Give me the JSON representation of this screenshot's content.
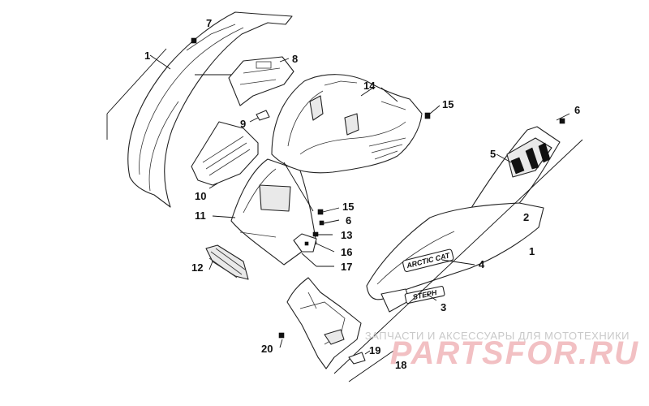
{
  "callouts": [
    "1",
    "7",
    "8",
    "14",
    "15",
    "6",
    "9",
    "5",
    "10",
    "11",
    "15",
    "6",
    "2",
    "13",
    "16",
    "1",
    "12",
    "17",
    "4",
    "3",
    "20",
    "19",
    "18"
  ],
  "decals": {
    "brand": "ARCTIC CAT",
    "model": "STEPH"
  },
  "watermark": {
    "tagline": "ЗАПЧАСТИ И АКСЕССУАРЫ ДЛЯ МОТОТЕХНИКИ",
    "site": "PARTSFOR.RU",
    "accent_color": "#e06a72"
  }
}
